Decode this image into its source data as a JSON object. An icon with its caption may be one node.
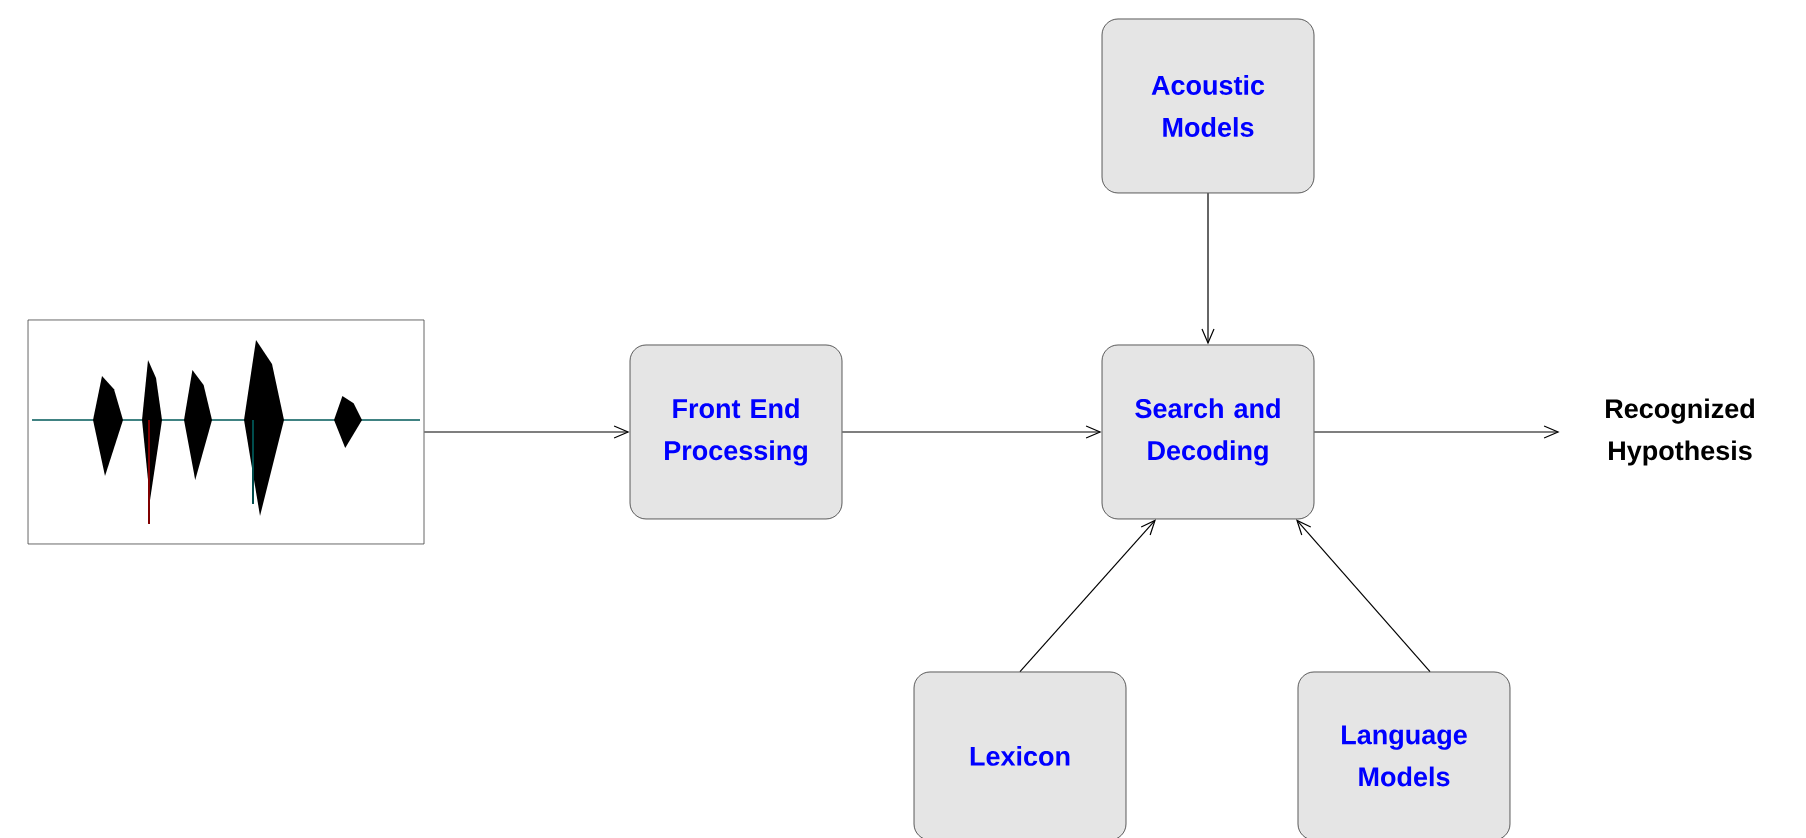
{
  "diagram": {
    "nodes": [
      {
        "text": [],
        "shape": "picture"
      },
      {
        "text": [
          "Front End Processing"
        ]
      },
      {
        "text": [
          "Acoustic Models"
        ]
      },
      {
        "text": [
          "Search and Decoding"
        ]
      },
      {
        "text": [
          "Recognized Hypothesis"
        ]
      },
      {
        "text": [
          "Lexicon"
        ]
      },
      {
        "text": [
          "Language Models"
        ]
      }
    ],
    "edges": [
      {
        "from": 0,
        "to": 1,
        "arrow": "to"
      },
      {
        "from": 1,
        "to": 3,
        "arrow": "to"
      },
      {
        "from": 2,
        "to": 3,
        "arrow": "to"
      },
      {
        "from": 3,
        "to": 4,
        "arrow": "to"
      },
      {
        "from": 5,
        "to": 3,
        "arrow": "to"
      },
      {
        "from": 6,
        "to": 3,
        "arrow": "to"
      }
    ]
  }
}
